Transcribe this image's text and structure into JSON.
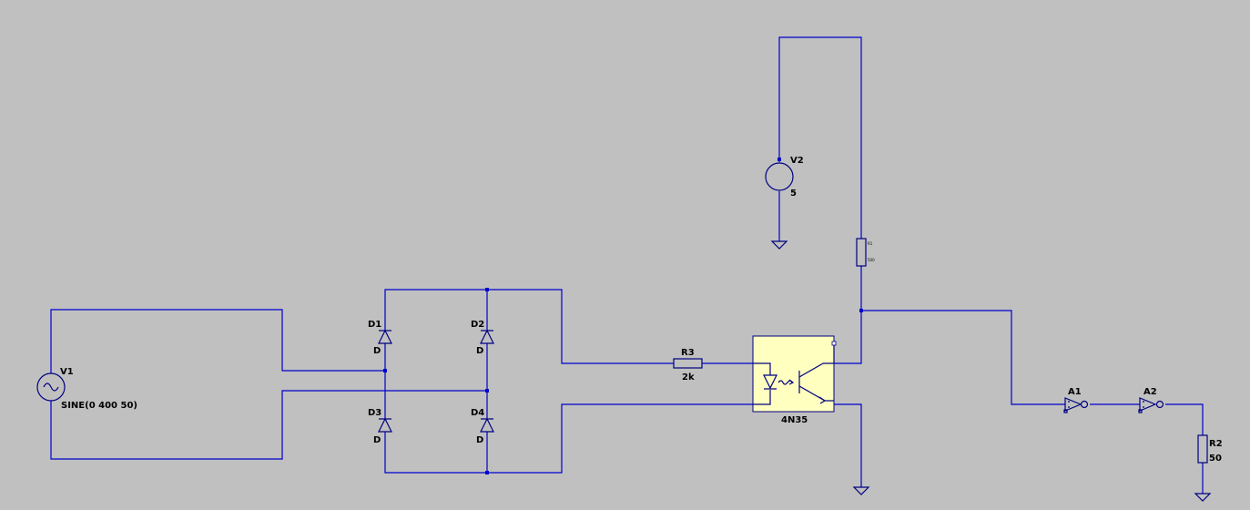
{
  "components": {
    "v1": {
      "name": "V1",
      "value": "SINE(0 400 50)"
    },
    "v2": {
      "name": "V2",
      "value": "5"
    },
    "d1": {
      "name": "D1",
      "model": "D"
    },
    "d2": {
      "name": "D2",
      "model": "D"
    },
    "d3": {
      "name": "D3",
      "model": "D"
    },
    "d4": {
      "name": "D4",
      "model": "D"
    },
    "r1": {
      "name": "R1",
      "value": "500"
    },
    "r2": {
      "name": "R2",
      "value": "50"
    },
    "r3": {
      "name": "R3",
      "value": "2k"
    },
    "u1": {
      "model": "4N35"
    },
    "a1": {
      "name": "A1"
    },
    "a2": {
      "name": "A2"
    }
  },
  "colors": {
    "background": "#c0c0c0",
    "wire": "#0000cc",
    "symbol": "#000080",
    "optocoupler_fill": "#ffffc0"
  }
}
